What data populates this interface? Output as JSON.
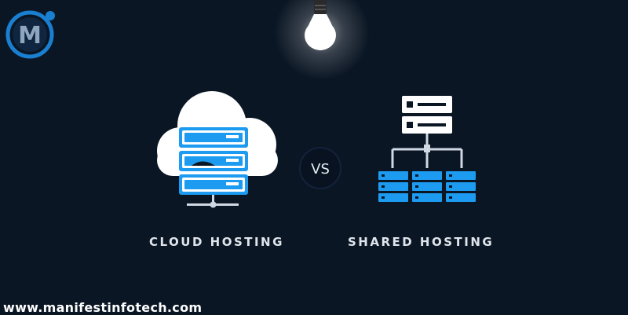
{
  "logo": {
    "letter": "M",
    "icon": "brand-logo-icon"
  },
  "bulb": {
    "icon": "light-bulb-icon"
  },
  "comparison": {
    "left": {
      "label": "CLOUD HOSTING",
      "icon": "cloud-server-icon"
    },
    "vs_label": "VS",
    "right": {
      "label": "SHARED HOSTING",
      "icon": "shared-servers-icon"
    }
  },
  "footer": {
    "website": "www.manifestinfotech.com"
  },
  "colors": {
    "background": "#0b1624",
    "accent_blue": "#1d9bf0",
    "logo_blue": "#1a7fd0",
    "text": "#dfe5ec"
  }
}
